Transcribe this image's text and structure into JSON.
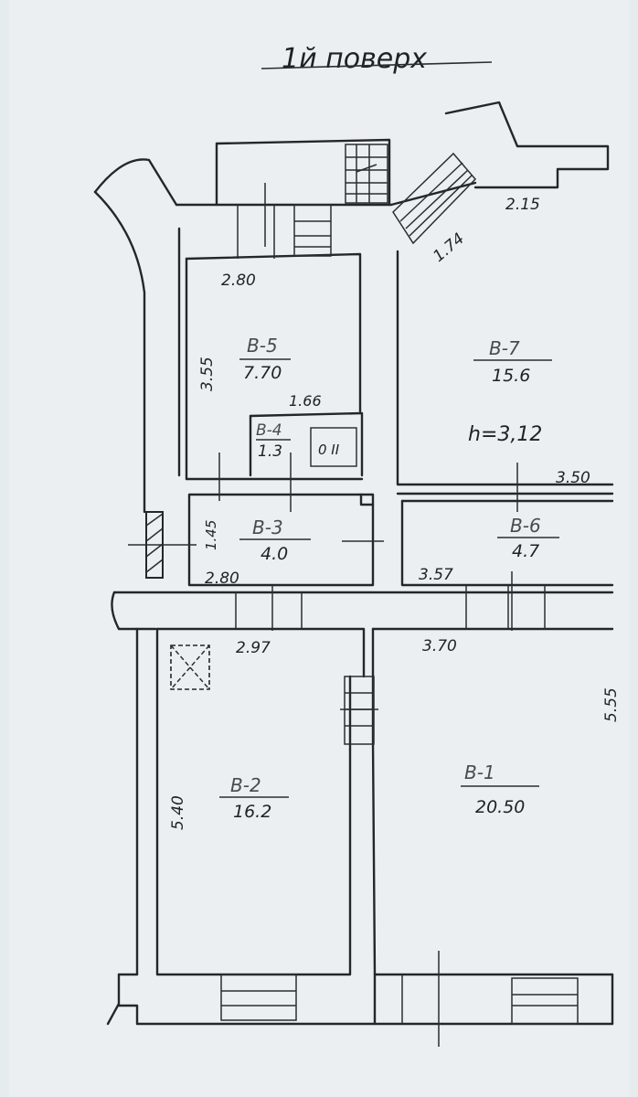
{
  "title": "1й поверх",
  "ceiling_height": "h=3,12",
  "rooms": [
    {
      "code": "В-1",
      "area": "20.50"
    },
    {
      "code": "В-2",
      "area": "16.2"
    },
    {
      "code": "В-3",
      "area": "4.0"
    },
    {
      "code": "В-4",
      "area": "1.3"
    },
    {
      "code": "В-5",
      "area": "7.70"
    },
    {
      "code": "В-6",
      "area": "4.7"
    },
    {
      "code": "В-7",
      "area": "15.6"
    }
  ],
  "dimensions": {
    "d_215": "2.15",
    "d_174": "1.74",
    "d_280_top": "2.80",
    "d_355": "3.55",
    "d_166": "1.66",
    "d_350": "3.50",
    "d_145": "1.45",
    "d_280_mid": "2.80",
    "d_357": "3.57",
    "d_297": "2.97",
    "d_370": "3.70",
    "d_555": "5.55",
    "d_540": "5.40"
  },
  "fixture_label": "0 II"
}
